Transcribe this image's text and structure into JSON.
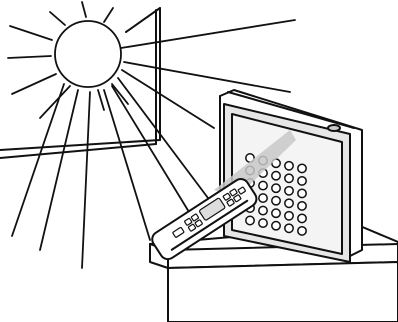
{
  "illustration": {
    "elements": [
      "sun-icon",
      "window-frame",
      "side-table",
      "air-purifier-unit",
      "remote-control",
      "remote-signal-beam"
    ],
    "purifier_grill": {
      "rows": 6,
      "columns": 5
    },
    "colors": {
      "line": "#111111",
      "background": "#ffffff",
      "unit_face": "#e6e6e6",
      "beam": "#c8c8c8"
    }
  }
}
